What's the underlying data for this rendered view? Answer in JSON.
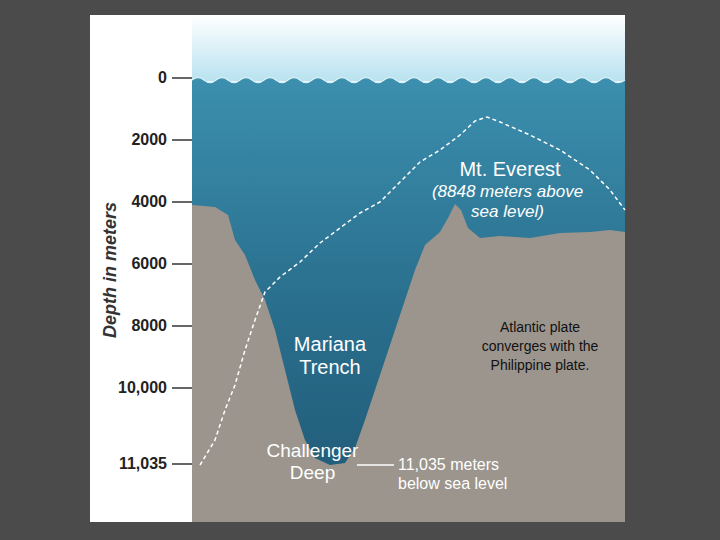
{
  "diagram": {
    "labels": [
      "Depth in meters",
      "0",
      "2000",
      "4000",
      "6000",
      "8000",
      "10,000",
      "11,035",
      "Mt. Everest",
      "(8848 meters above sea level)",
      "Mariana Trench",
      "Challenger Deep",
      "11,035 meters below sea level",
      "Atlantic plate converges with the Philippine plate."
    ]
  }
}
